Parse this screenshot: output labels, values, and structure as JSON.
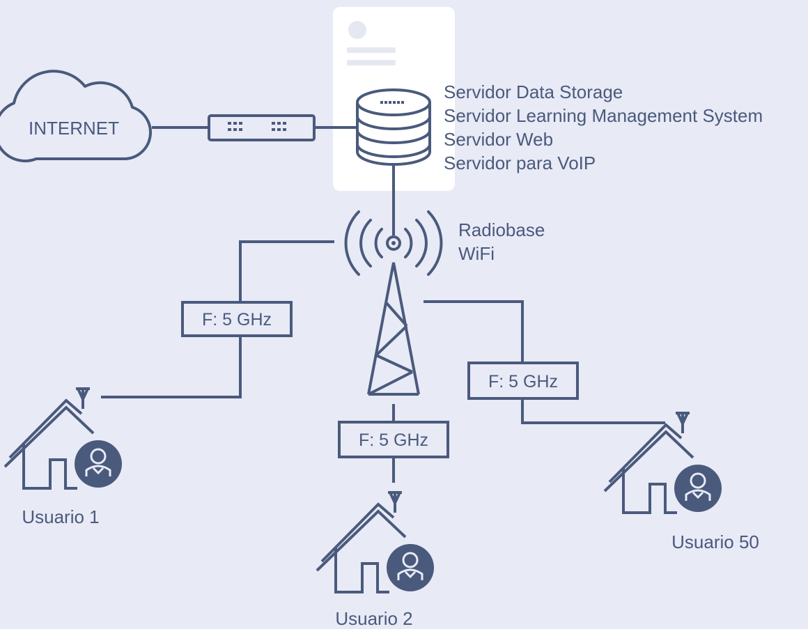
{
  "nodes": {
    "internet": {
      "label": "INTERNET",
      "icon": "cloud-icon"
    },
    "router": {
      "icon": "router-switch-icon"
    },
    "server": {
      "icon": "database-server-icon",
      "services": [
        "Servidor Data Storage",
        "Servidor Learning Management System",
        "Servidor Web",
        "Servidor para VoIP"
      ]
    },
    "radiobase": {
      "icon": "radio-tower-icon",
      "label_line1": "Radiobase",
      "label_line2": "WiFi"
    },
    "users": [
      {
        "label": "Usuario 1",
        "icon": "house-user-icon"
      },
      {
        "label": "Usuario 2",
        "icon": "house-user-icon"
      },
      {
        "label": "Usuario 50",
        "icon": "house-user-icon"
      }
    ]
  },
  "links": [
    {
      "from": "radiobase",
      "to": "Usuario 1",
      "label": "F: 5 GHz"
    },
    {
      "from": "radiobase",
      "to": "Usuario 2",
      "label": "F: 5 GHz"
    },
    {
      "from": "radiobase",
      "to": "Usuario 50",
      "label": "F: 5 GHz"
    }
  ],
  "colors": {
    "background": "#e8eaf6",
    "stroke": "#4a5a7c",
    "panel": "#ffffff"
  }
}
